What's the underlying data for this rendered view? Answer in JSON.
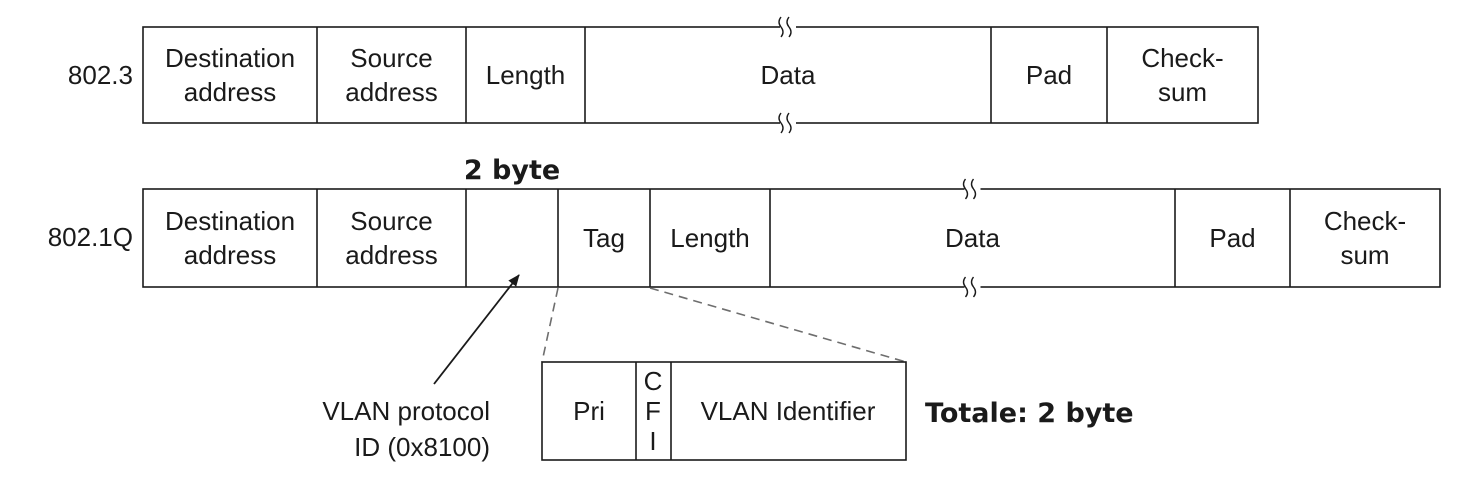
{
  "frame_8023": {
    "label": "802.3",
    "fields": [
      [
        "Destination",
        "address"
      ],
      [
        "Source",
        "address"
      ],
      [
        "Length"
      ],
      [
        "Data"
      ],
      [
        "Pad"
      ],
      [
        "Check-",
        "sum"
      ]
    ]
  },
  "frame_8021q": {
    "label": "802.1Q",
    "fields": [
      [
        "Destination",
        "address"
      ],
      [
        "Source",
        "address"
      ],
      [],
      [
        "Tag"
      ],
      [
        "Length"
      ],
      [
        "Data"
      ],
      [
        "Pad"
      ],
      [
        "Check-",
        "sum"
      ]
    ],
    "size_note": "2 byte"
  },
  "vlan_protocol_label": [
    "VLAN protocol",
    "ID (0x8100)"
  ],
  "tag_detail": {
    "fields": [
      [
        "Pri"
      ],
      [
        "C",
        "F",
        "I"
      ],
      [
        "VLAN Identifier"
      ]
    ],
    "total_note": "Totale: 2 byte"
  }
}
